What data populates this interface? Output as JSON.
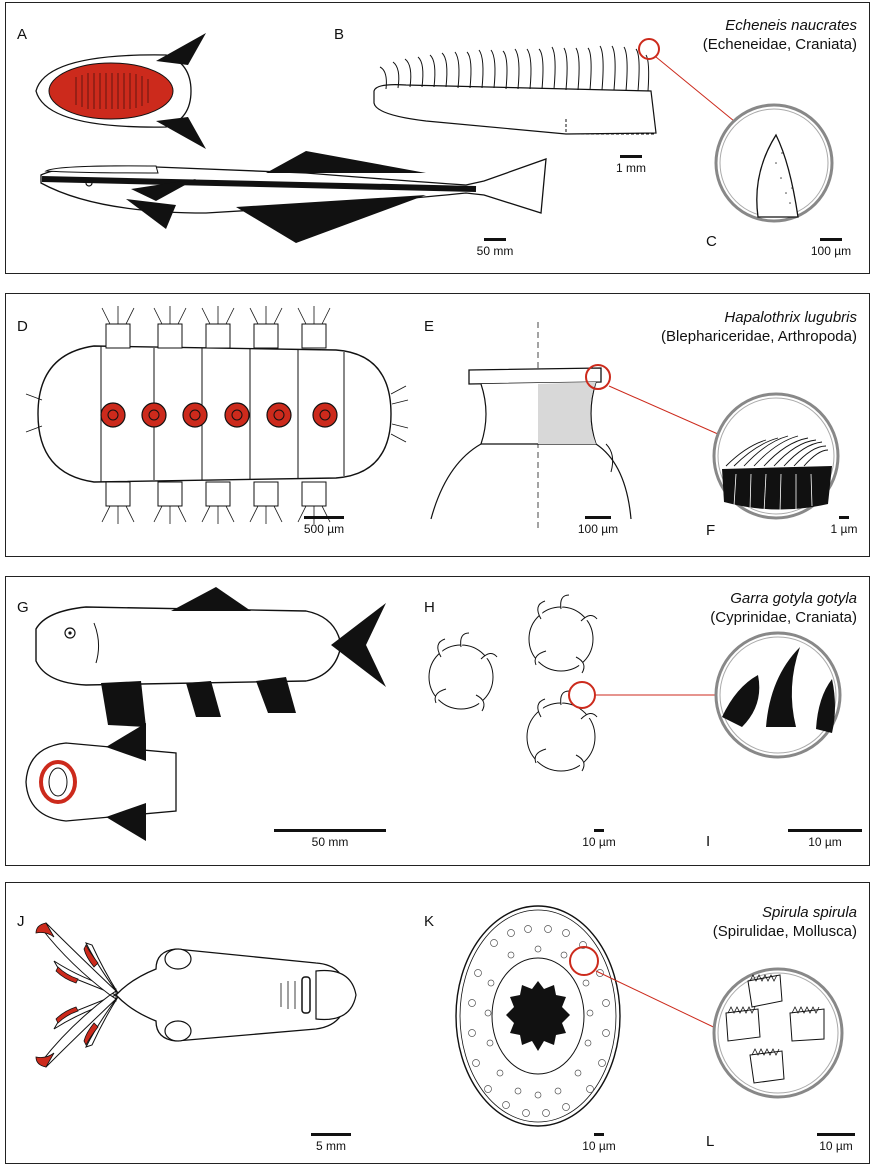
{
  "panels": [
    {
      "species": "Echeneis naucrates",
      "family": "(Echeneidae, Craniata)",
      "letters": [
        "A",
        "B",
        "C"
      ],
      "scales": [
        "1 mm",
        "50 mm",
        "100 µm"
      ]
    },
    {
      "species": "Hapalothrix lugubris",
      "family": "(Blephariceridae, Arthropoda)",
      "letters": [
        "D",
        "E",
        "F"
      ],
      "scales": [
        "500 µm",
        "100 µm",
        "1 µm"
      ]
    },
    {
      "species": "Garra gotyla gotyla",
      "family": "(Cyprinidae, Craniata)",
      "letters": [
        "G",
        "H",
        "I"
      ],
      "scales": [
        "50 mm",
        "10 µm",
        "10 µm"
      ]
    },
    {
      "species": "Spirula spirula",
      "family": "(Spirulidae, Mollusca)",
      "letters": [
        "J",
        "K",
        "L"
      ],
      "scales": [
        "5 mm",
        "10 µm",
        "10 µm"
      ]
    }
  ],
  "colors": {
    "highlight": "#cc2a1c",
    "ink": "#111111",
    "frame": "#222222"
  },
  "icons": [
    "remora-fish",
    "disc-lamellae",
    "spinule",
    "net-winged-midge-larva",
    "sucker-cross-section",
    "microtrichia",
    "garra-fish",
    "mental-disc-papillae",
    "papilla-spine",
    "spirula-squid",
    "sucker-ring",
    "sucker-denticles"
  ]
}
